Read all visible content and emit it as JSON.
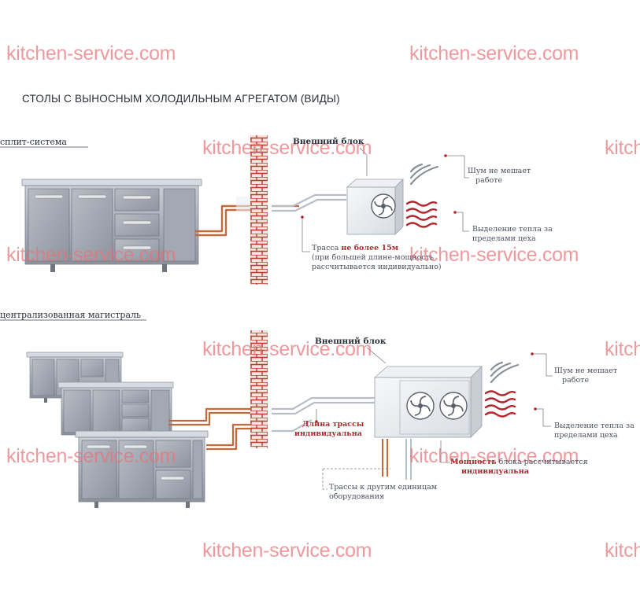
{
  "title": "СТОЛЫ С ВЫНОСНЫМ ХОЛОДИЛЬНЫМ АГРЕГАТОМ (ВИДЫ)",
  "watermark": "kitchen-service.com",
  "watermark_partial": "kitch",
  "sections": {
    "split": {
      "label": "сплит-система",
      "external_unit": "Внешний блок",
      "noise_line1": "Шум не мешает",
      "noise_line2": "работе",
      "heat_line1": "Выделение тепла за",
      "heat_line2": "пределами цеха",
      "route_prefix": "Трасса ",
      "route_highlight": "не более 15м",
      "route_line2": "(при большей длине-мощность",
      "route_line3": "рассчитывается индивидуально)"
    },
    "central": {
      "label": "централизованная магистраль",
      "external_unit": "Внешний блок",
      "noise_line1": "Шум не мешает",
      "noise_line2": "работе",
      "heat_line1": "Выделение тепла за",
      "heat_line2": "пределами цеха",
      "length_line1": "Длина трассы",
      "length_line2": "индивидуальна",
      "power_prefix": "Мощность",
      "power_rest": " блока рассчитывается",
      "power_line2": "индивидуальна",
      "other_line1": "Трассы к другим единицам",
      "other_line2": "оборудования"
    }
  },
  "colors": {
    "pipe": "#c46a3a",
    "wall": "#c0392b",
    "highlight": "#b3262e",
    "watermark": "#e8737a",
    "steel": "#9aa0aa"
  }
}
